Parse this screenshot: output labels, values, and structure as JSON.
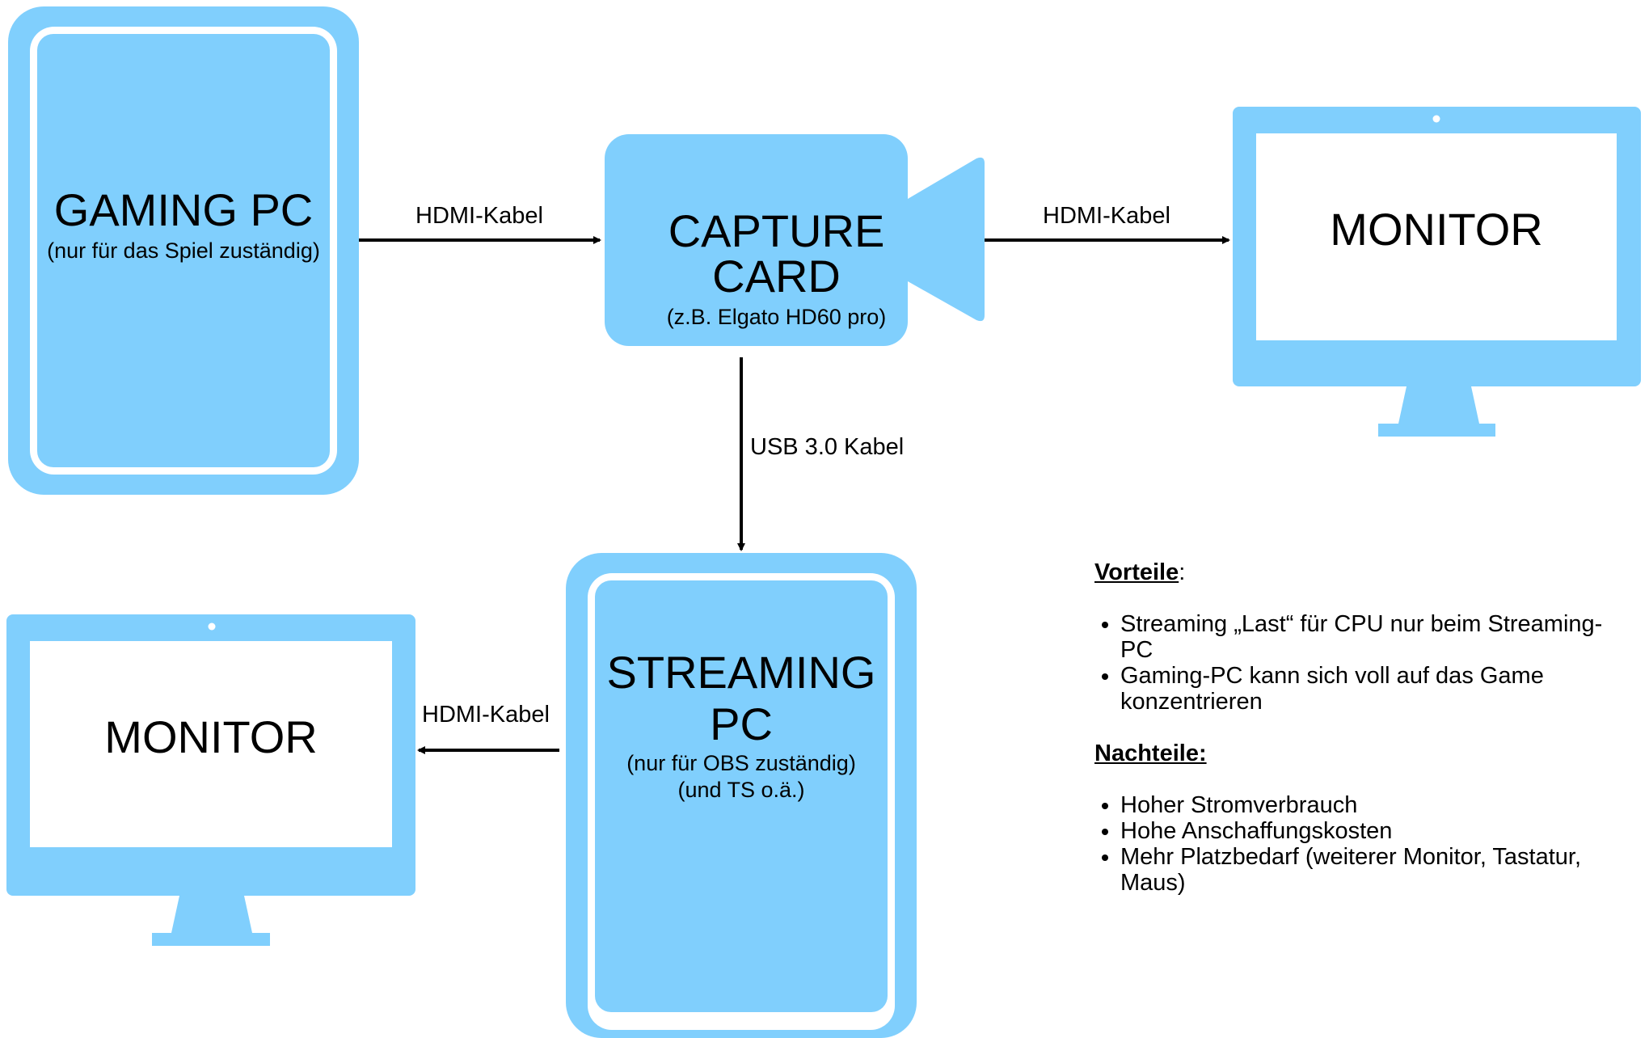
{
  "colors": {
    "device": "#80CFFD",
    "screen": "#ffffff",
    "arrow": "#000000"
  },
  "gaming_pc": {
    "title": "GAMING PC",
    "subtitle": "(nur für das Spiel zuständig)",
    "icon": "pc-tower-icon"
  },
  "capture_card": {
    "title": "CAPTURE CARD",
    "subtitle": "(z.B. Elgato HD60 pro)",
    "icon": "video-camera-icon"
  },
  "monitor_right": {
    "title": "MONITOR",
    "icon": "monitor-icon"
  },
  "monitor_left": {
    "title": "MONITOR",
    "icon": "monitor-icon"
  },
  "streaming_pc": {
    "title_line1": "STREAMING",
    "title_line2": "PC",
    "subtitle_line1": "(nur für OBS zuständig)",
    "subtitle_line2": "(und TS o.ä.)",
    "icon": "pc-tower-icon"
  },
  "connections": {
    "gaming_to_capture": "HDMI-Kabel",
    "capture_to_monitor": "HDMI-Kabel",
    "capture_to_streaming": "USB 3.0 Kabel",
    "streaming_to_monitor": "HDMI-Kabel"
  },
  "notes": {
    "advantages_heading": "Vorteile",
    "advantages_suffix": ":",
    "advantages": [
      "Streaming „Last“ für CPU nur beim Streaming-PC",
      "Gaming-PC kann sich voll auf das Game konzentrieren"
    ],
    "disadvantages_heading": "Nachteile:",
    "disadvantages": [
      "Hoher Stromverbrauch",
      "Hohe Anschaffungskosten",
      "Mehr Platzbedarf (weiterer Monitor, Tastatur, Maus)"
    ]
  }
}
